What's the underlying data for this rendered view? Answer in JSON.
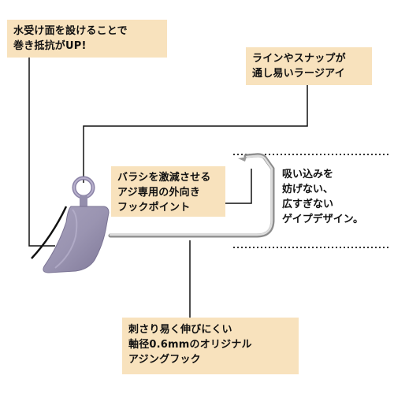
{
  "callouts": {
    "water_face": {
      "lines": [
        "水受け面を設けることで",
        "巻き抵抗がUP!"
      ]
    },
    "large_eye": {
      "lines": [
        "ラインやスナップが",
        "通し易いラージアイ"
      ]
    },
    "hook_point": {
      "lines": [
        "バラシを激減させる",
        "アジ専用の外向き",
        "フックポイント"
      ]
    },
    "original_hook": {
      "lines": [
        "刺さり易く伸びにくい",
        "軸径0.6mmのオリジナル",
        "アジングフック"
      ]
    }
  },
  "gape_note": {
    "lines": [
      "吸い込みを",
      "妨げない、",
      "広すぎない",
      "ゲイプデザイン。"
    ]
  },
  "colors": {
    "callout_bg": "#f8e2bd",
    "leader_line": "#111111",
    "jighead_body": "#9d97b3",
    "hook_wire": "#c9c9c9",
    "dotted_guide": "#333333"
  },
  "icons": [
    "jighead-illustration"
  ]
}
